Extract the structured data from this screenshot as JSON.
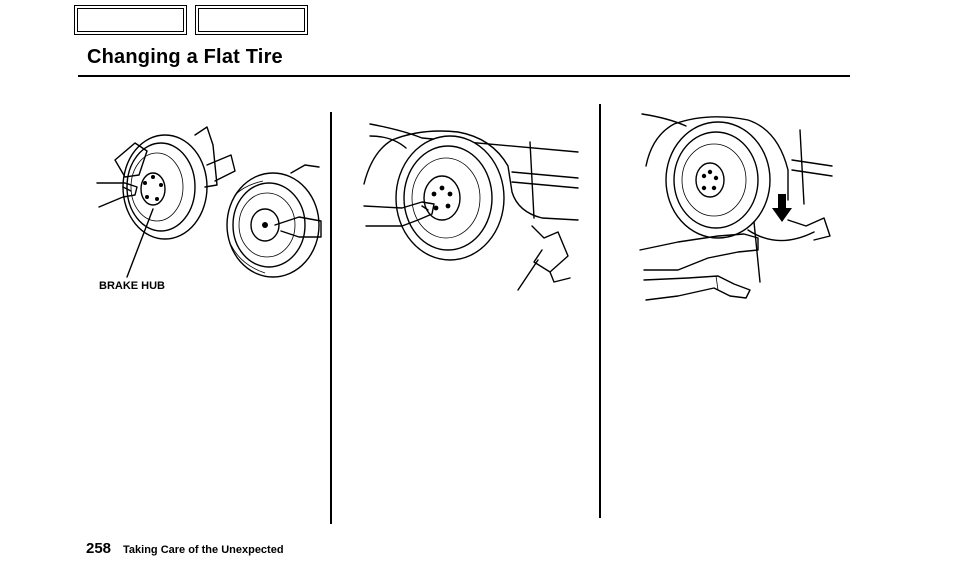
{
  "header": {
    "title": "Changing a Flat Tire"
  },
  "figure1": {
    "caption": "BRAKE HUB"
  },
  "footer": {
    "page_number": "258",
    "section": "Taking Care of the Unexpected"
  }
}
